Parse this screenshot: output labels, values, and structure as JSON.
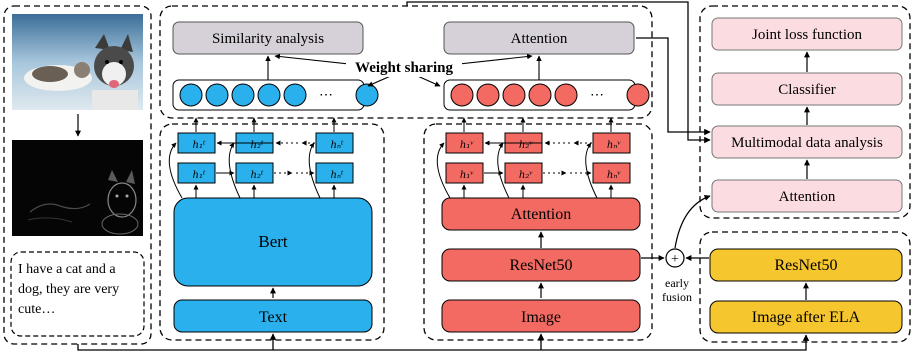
{
  "left_panel": {
    "images": [
      "cat-and-dog-photo",
      "cat-and-dog-ela-image"
    ],
    "caption_lines": [
      "I have a cat and a",
      "dog, they are very",
      "cute…"
    ]
  },
  "text_branch": {
    "top_label": "Similarity analysis",
    "backbone": "Bert",
    "input": "Text",
    "hidden_top": [
      "h₁ᵗ",
      "h₂ᵗ",
      "hₙᵗ"
    ],
    "hidden_bottom": [
      "h₁ᵗ",
      "h₂ᵗ",
      "hₙᵗ"
    ],
    "dots": "⋯"
  },
  "image_branch": {
    "top_label": "Attention",
    "attention": "Attention",
    "backbone": "ResNet50",
    "input": "Image",
    "hidden_top": [
      "h₁ᵛ",
      "h₂ᵛ",
      "hₙᵛ"
    ],
    "hidden_bottom": [
      "h₁ᵛ",
      "h₂ᵛ",
      "hₙᵛ"
    ],
    "dots": "⋯"
  },
  "weight_sharing": "Weight sharing",
  "fusion": {
    "symbol": "+",
    "label_lines": [
      "early",
      "fusion"
    ]
  },
  "ela_branch": {
    "backbone": "ResNet50",
    "input": "Image after ELA"
  },
  "right_panel": {
    "boxes": [
      "Joint loss function",
      "Classifier",
      "Multimodal data analysis",
      "Attention"
    ]
  },
  "colors": {
    "text_blue": "#2ab0ec",
    "image_red": "#f26a62",
    "ela_yellow": "#f6c62e",
    "pink": "#fbdde1",
    "gray": "#d6d0d8"
  }
}
